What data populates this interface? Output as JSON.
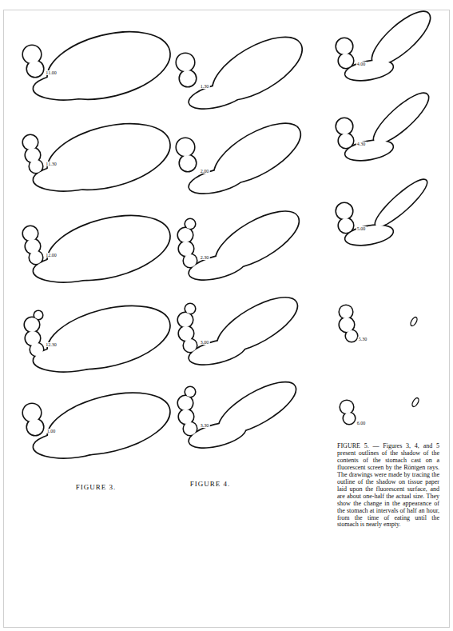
{
  "diagram": {
    "caption": "FIGURE 5. — Figures 3, 4, and 5 present outlines of the shadow of the contents of the stomach cast on a fluorescent screen by the Röntgen rays. The drawings were made by tracing the outline of the shadow on tissue paper laid upon the fluorescent surface, and are about one-half the actual size. They show the change in the appearance of the stomach at intervals of half an hour, from the time of eating until the stomach is nearly empty.",
    "labels": [
      "11.00",
      "11.30",
      "12.00",
      "12.30",
      "1.00",
      "FIGURE 3.",
      "1.30",
      "2.00",
      "2.30",
      "3.00",
      "3.30",
      "FIGURE 4.",
      "4.00",
      "4.30",
      "5.00",
      "5.30",
      "6.00"
    ]
  }
}
